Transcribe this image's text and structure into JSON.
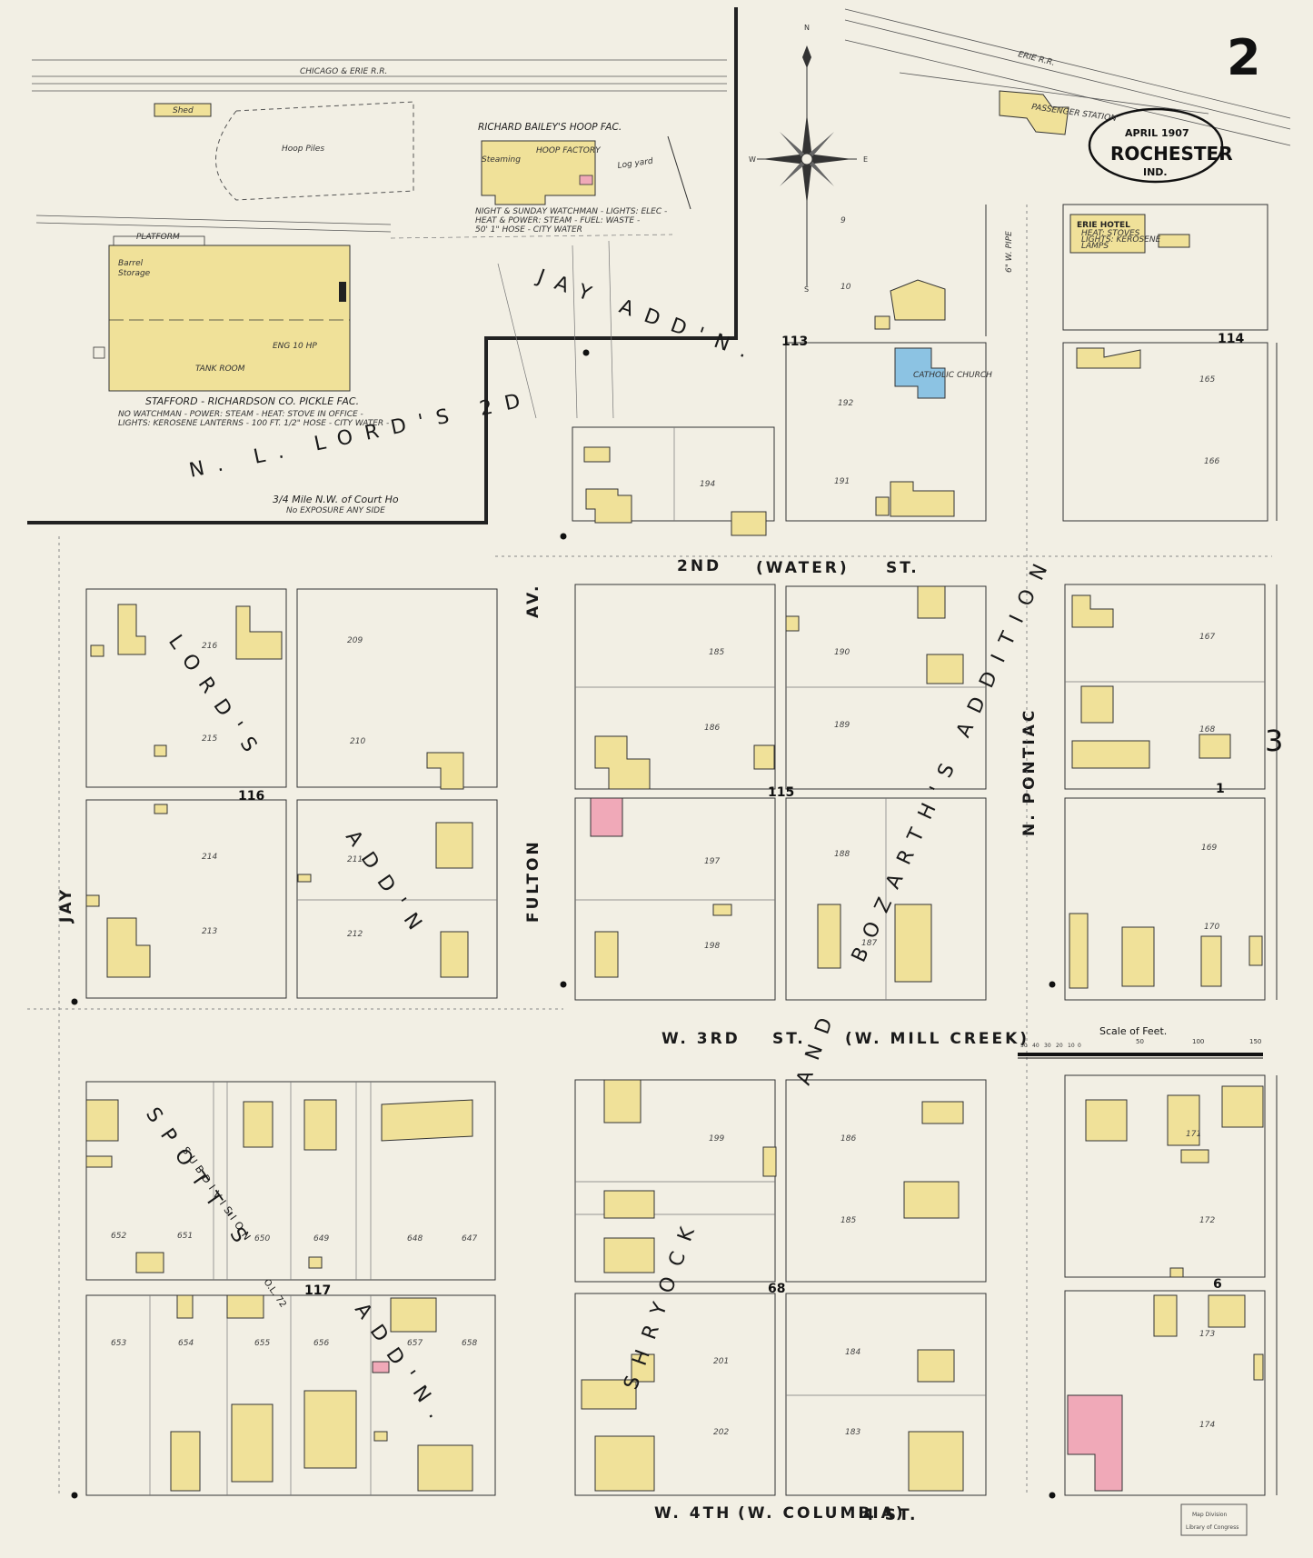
{
  "sheet": {
    "number": "2",
    "adjacent_sheet": "3",
    "city": "ROCHESTER",
    "state": "IND.",
    "date": "APRIL 1907",
    "stamp_lines": [
      "Map Division",
      "Library of Congress"
    ]
  },
  "compass": {
    "n": "N",
    "s": "S",
    "e": "E",
    "w": "W"
  },
  "railroads": {
    "chicago_erie": "CHICAGO & ERIE R.R.",
    "erie": "ERIE R.R."
  },
  "streets": {
    "second": {
      "a": "2ND",
      "b": "(WATER)",
      "c": "ST."
    },
    "third": {
      "a": "W. 3RD",
      "b": "ST.",
      "c": "(W. MILL CREEK)"
    },
    "fourth": {
      "a": "W. 4TH",
      "b": "(W. COLUMBIA)",
      "c": "4 ST."
    },
    "fulton": "FULTON",
    "fulton_av": "AV.",
    "jay": "JAY",
    "pontiac": "N. PONTIAC",
    "water_pipe": "6\" W. PIPE"
  },
  "additions": {
    "nl_lords": "N. L. LORD'S 2D",
    "jay_addn": "JAY ADD'N.",
    "lords_addn": "LORD'S",
    "lords_addn2": "ADD'N",
    "bozarths": "BOZARTH'S ADDITION",
    "shryock": "SHRYOCK",
    "shryock_and": "AND",
    "spotts": "SPOTT'S",
    "spotts_sub": "SUBDIVISION",
    "spotts_ol": "O.L. 72",
    "spotts_addn": "ADD'N."
  },
  "industrial": {
    "stafford": {
      "name": "STAFFORD - RICHARDSON CO. PICKLE FAC.",
      "notes": [
        "NO WATCHMAN - POWER: STEAM - HEAT: STOVE IN OFFICE -",
        "LIGHTS: KEROSENE LANTERNS - 100 FT. 1/2\" HOSE - CITY WATER -"
      ],
      "labels": {
        "platform": "PLATFORM",
        "barrel": "Barrel",
        "storage": "Storage",
        "tank_room": "TANK ROOM",
        "eng": "ENG 10 HP"
      }
    },
    "bailey": {
      "name": "RICHARD BAILEY'S HOOP FAC.",
      "notes": [
        "NIGHT & SUNDAY WATCHMAN - LIGHTS: ELEC -",
        "HEAT & POWER: STEAM - FUEL: WASTE -",
        "50' 1\" HOSE - CITY WATER"
      ],
      "labels": {
        "hoop_factory": "HOOP FACTORY",
        "steaming": "Steaming"
      }
    },
    "hoop_piles": "Hoop Piles",
    "log_yard": "Log yard",
    "shed": "Shed",
    "court_house": "3/4 Mile N.W. of Court Ho",
    "no_exposure": "No EXPOSURE ANY SIDE"
  },
  "hotel": {
    "name": "ERIE HOTEL",
    "notes": [
      "HEAT: STOVES",
      "LIGHTS: KEROSENE",
      "LAMPS"
    ]
  },
  "passenger_station": "PASSENGER STATION",
  "church": "CATHOLIC CHURCH",
  "scale": {
    "title": "Scale of Feet.",
    "ticks": [
      "50",
      "40",
      "30",
      "20",
      "10",
      "0",
      "50",
      "100",
      "150"
    ]
  },
  "block_numbers": [
    "113",
    "114",
    "115",
    "116",
    "117",
    "68",
    "1",
    "6"
  ],
  "lot_numbers": [
    "9",
    "10",
    "192",
    "191",
    "165",
    "166",
    "194",
    "209",
    "216",
    "215",
    "210",
    "185",
    "186",
    "190",
    "189",
    "167",
    "168",
    "214",
    "213",
    "211",
    "212",
    "197",
    "198",
    "188",
    "187",
    "169",
    "170",
    "199",
    "186",
    "171",
    "652",
    "651",
    "650",
    "649",
    "648",
    "647",
    "185",
    "172",
    "653",
    "654",
    "655",
    "656",
    "657",
    "658",
    "201",
    "202",
    "184",
    "183",
    "173",
    "174"
  ],
  "colors": {
    "frame": "#f0e199",
    "brick": "#f0a9b8",
    "stone": "#8cc3e3",
    "paper": "#f2efe4"
  }
}
